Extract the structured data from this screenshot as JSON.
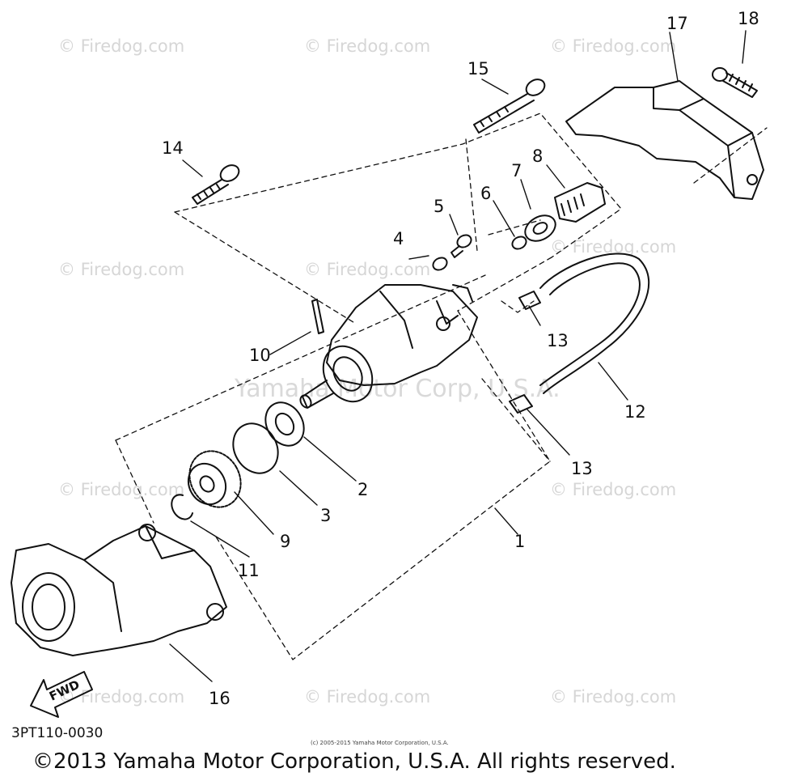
{
  "diagram": {
    "callouts": [
      "1",
      "2",
      "3",
      "4",
      "5",
      "6",
      "7",
      "8",
      "9",
      "10",
      "11",
      "12",
      "13",
      "13",
      "14",
      "15",
      "16",
      "17",
      "18"
    ],
    "fwd_label": "FWD",
    "diagram_code": "3PT110-0030",
    "small_copyright": "(c) 2005-2015 Yamaha Motor Corporation, U.S.A.",
    "copyright": "©2013 Yamaha Motor Corporation, U.S.A. All rights reserved.",
    "watermark_site": "© Firedog.com",
    "watermark_center": "Yamaha Motor Corp, U.S.A."
  }
}
